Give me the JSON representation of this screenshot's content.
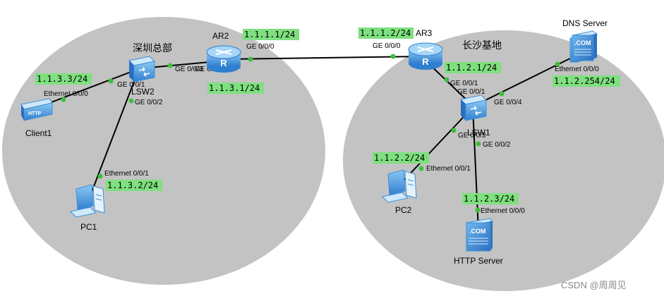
{
  "areas": {
    "left": {
      "label": "深圳总部"
    },
    "right": {
      "label": "长沙基地"
    }
  },
  "devices": {
    "ar2": {
      "name": "AR2",
      "icon": "router-icon"
    },
    "ar3": {
      "name": "AR3",
      "icon": "router-icon"
    },
    "lsw2": {
      "name": "LSW2",
      "icon": "switch-icon"
    },
    "lsw1": {
      "name": "LSW1",
      "icon": "switch-icon"
    },
    "client1": {
      "name": "Client1",
      "icon": "http-client-icon"
    },
    "pc1": {
      "name": "PC1",
      "icon": "pc-icon"
    },
    "pc2": {
      "name": "PC2",
      "icon": "pc-icon"
    },
    "dns": {
      "name": "DNS Server",
      "icon": "server-icon",
      "badge": ".COM"
    },
    "http": {
      "name": "HTTP Server",
      "icon": "server-icon",
      "badge": ".COM"
    },
    "client_badge": "HTTP"
  },
  "ips": {
    "ar2_ge000": "1.1.1.1/24",
    "ar3_ge000": "1.1.1.2/24",
    "ar2_ge001": "1.1.3.1/24",
    "ar3_ge001": "1.1.2.1/24",
    "client1": "1.1.3.3/24",
    "pc1": "1.1.3.2/24",
    "pc2": "1.1.2.2/24",
    "dns": "1.1.2.254/24",
    "http": "1.1.2.3/24"
  },
  "ports": {
    "ar2_ge000": "GE 0/0/0",
    "ar2_ge001": "GE 0/0/1",
    "ar3_ge000": "GE 0/0/0",
    "ar3_ge001": "GE 0/0/1",
    "lsw2_ge003": "GE 0/0/3",
    "lsw2_ge001": "GE 0/0/1",
    "lsw2_ge002": "GE 0/0/2",
    "client1_eth": "Ethernet 0/0/0",
    "pc1_eth": "Ethernet 0/0/1",
    "lsw1_ge001": "GE 0/0/1",
    "lsw1_ge004": "GE 0/0/4",
    "lsw1_ge003": "GE 0/0/3",
    "lsw1_ge002": "GE 0/0/2",
    "pc2_eth": "Ethernet 0/0/1",
    "dns_eth": "Ethernet 0/0/0",
    "http_eth": "Ethernet 0/0/0"
  },
  "watermark": "CSDN @周周见",
  "colors": {
    "area_fill": "#c3c3c3",
    "ip_label_bg": "#7ee07e",
    "link": "#000000",
    "port_dot": "#3cc03c",
    "device_blue": "#3c8fd8"
  }
}
